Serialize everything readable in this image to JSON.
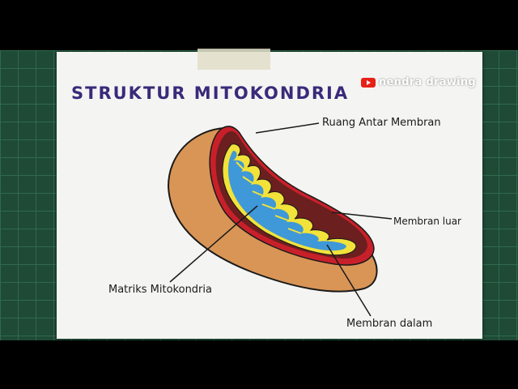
{
  "title": "STRUKTUR MITOKONDRIA",
  "watermark": "nendra drawing",
  "labels": {
    "intermembrane_space": "Ruang Antar Membran",
    "outer_membrane": "Membran luar",
    "matrix": "Matriks Mitokondria",
    "inner_membrane": "Membran dalam"
  },
  "colors": {
    "mat": "#1f4a36",
    "paper": "#f4f4f2",
    "title": "#3a2a7a",
    "outer_body": "#d99556",
    "outer_rim": "#c8202a",
    "intermembrane": "#6b1f1f",
    "inner_membrane": "#f2e23a",
    "matrix": "#3f98d8"
  },
  "icons": {
    "watermark": "youtube-play-icon"
  }
}
